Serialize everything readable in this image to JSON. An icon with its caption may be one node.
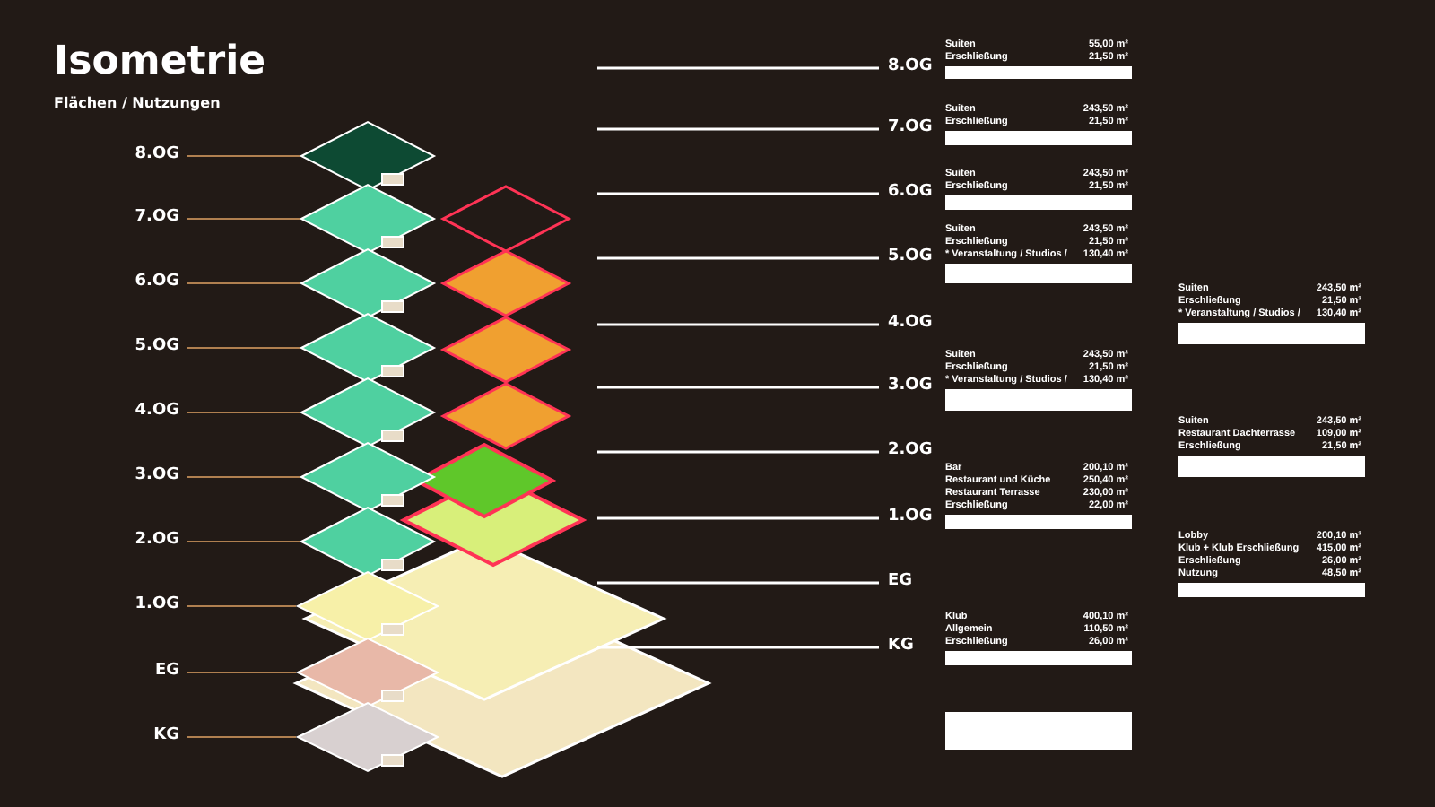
{
  "diagram": {
    "title": "Isometrie",
    "nodes": [
      {
        "text": [
          "8.OG"
        ]
      },
      {
        "text": [
          "7.OG"
        ]
      },
      {
        "text": [
          "6.OG"
        ]
      },
      {
        "text": [
          "5.OG"
        ]
      },
      {
        "text": [
          "4.OG"
        ]
      },
      {
        "text": [
          "3.OG"
        ]
      },
      {
        "text": [
          "2.OG"
        ]
      },
      {
        "text": [
          "1.OG"
        ]
      },
      {
        "text": [
          "EG"
        ]
      },
      {
        "text": [
          "KG"
        ]
      },
      {
        "text": [],
        "shape": "picture"
      },
      {
        "text": [],
        "shape": "picture"
      },
      {
        "text": [],
        "shape": "picture"
      },
      {
        "text": [],
        "shape": "picture"
      },
      {
        "text": [],
        "shape": "picture"
      },
      {
        "text": [],
        "shape": "picture"
      },
      {
        "text": [],
        "shape": "picture"
      },
      {
        "text": [],
        "shape": "picture"
      },
      {
        "text": [],
        "shape": "picture"
      },
      {
        "text": [],
        "shape": "picture"
      }
    ],
    "edges": [
      {
        "from": 0,
        "to": 10,
        "arrow": "none"
      },
      {
        "from": 1,
        "to": 11,
        "arrow": "none"
      },
      {
        "from": 2,
        "to": 12,
        "arrow": "none"
      },
      {
        "from": 3,
        "to": 13,
        "arrow": "none"
      },
      {
        "from": 4,
        "to": 14,
        "arrow": "none"
      },
      {
        "from": 5,
        "to": 15,
        "arrow": "none"
      },
      {
        "from": 6,
        "to": 16,
        "arrow": "none"
      },
      {
        "from": 7,
        "to": 17,
        "arrow": "none"
      },
      {
        "from": 8,
        "to": 18,
        "arrow": "none"
      },
      {
        "from": 9,
        "to": 19,
        "arrow": "none"
      }
    ],
    "labels": [
      "Flächen / Nutzungen",
      "8.OG",
      "7.OG",
      "6.OG",
      "5.OG",
      "4.OG",
      "3.OG",
      "2.OG",
      "1.OG",
      "EG",
      "KG",
      "Suiten",
      "55,00 m²",
      "Erschließung",
      "21,50 m²",
      "Suiten",
      "243,50 m²",
      "Erschließung",
      "21,50 m²",
      "Suiten",
      "243,50 m²",
      "Erschließung",
      "21,50 m²",
      "Suiten",
      "243,50 m²",
      "Erschließung",
      "21,50 m²",
      "* Veranstaltung / Studios /",
      "130,40 m²",
      "Suiten",
      "243,50 m²",
      "Erschließung",
      "21,50 m²",
      "* Veranstaltung / Studios /",
      "130,40 m²",
      "Suiten",
      "243,50 m²",
      "Erschließung",
      "21,50 m²",
      "* Veranstaltung / Studios /",
      "130,40 m²",
      "Suiten",
      "243,50 m²",
      "Restaurant Dachterrasse",
      "109,00 m²",
      "Erschließung",
      "21,50 m²",
      "Bar",
      "200,10 m²",
      "Restaurant und Küche",
      "250,40 m²",
      "Restaurant Terrasse",
      "230,00 m²",
      "Erschließung",
      "22,00 m²",
      "Lobby",
      "200,10 m²",
      "Klub + Klub Erschließung",
      "415,00 m²",
      "Erschließung",
      "26,00 m²",
      "Nutzung",
      "48,50 m²",
      "Klub",
      "400,10 m²",
      "Allgemein",
      "110,50 m²",
      "Erschließung",
      "26,00 m²"
    ]
  }
}
